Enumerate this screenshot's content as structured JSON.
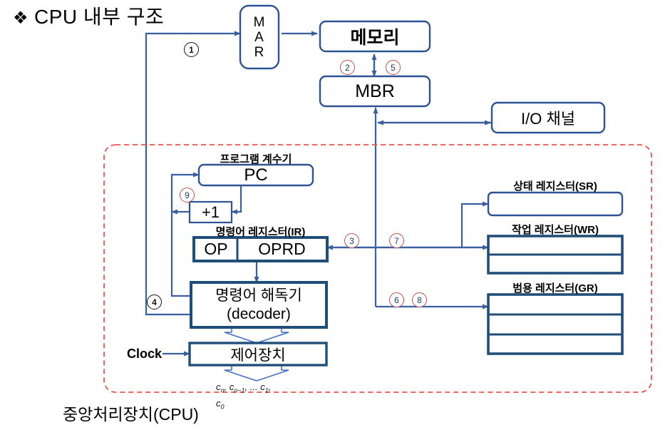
{
  "title": {
    "bullet": "❖",
    "text": "CPU 내부 구조"
  },
  "colors": {
    "line": "#3A5FA0",
    "box_border_thin": "#2E5395",
    "box_border_thick": "#1F4E79",
    "dashed_boundary": "#E8554E",
    "circle_number": "#C0504D",
    "text": "#000000"
  },
  "boxes": {
    "mar": {
      "label": "M\nA\nR",
      "lines": [
        "M",
        "A",
        "R"
      ]
    },
    "memory": {
      "label": "메모리"
    },
    "mbr": {
      "label": "MBR"
    },
    "io_channel": {
      "label": "I/O 채널"
    },
    "pc": {
      "caption": "프로그램 계수기",
      "label": "PC"
    },
    "plus_one": {
      "label": "+1"
    },
    "ir": {
      "caption": "명령어 레지스터(IR)",
      "op": "OP",
      "oprd": "OPRD"
    },
    "decoder": {
      "line1": "명령어 해독기",
      "line2": "(decoder)"
    },
    "control_unit": {
      "label": "제어장치"
    },
    "status_register": {
      "caption": "상태 레지스터(SR)",
      "rows": 1
    },
    "work_register": {
      "caption": "작업 레지스터(WR)",
      "rows": 2
    },
    "general_register": {
      "caption": "범용 레지스터(GR)",
      "rows": 3
    }
  },
  "labels": {
    "clock": "Clock",
    "cpu_boundary": "중앙처리장치(CPU)",
    "control_signals_line1": "c",
    "control_signals_full": "c_n, c_n-1, ... c_1, c_0"
  },
  "control_signals": {
    "part1": "c",
    "sub1": "n",
    "part2": ", c",
    "sub2": "n−1",
    "part3": ", ... c",
    "sub3": "1",
    "part4": ",",
    "part5": "c",
    "sub5": "0"
  },
  "step_numbers": [
    {
      "id": "1",
      "glyph": "①",
      "text": "1",
      "style": "dark"
    },
    {
      "id": "2",
      "glyph": "②",
      "text": "2",
      "style": "light"
    },
    {
      "id": "3",
      "glyph": "③",
      "text": "3",
      "style": "light"
    },
    {
      "id": "4",
      "glyph": "④",
      "text": "4",
      "style": "dark"
    },
    {
      "id": "5",
      "glyph": "⑤",
      "text": "5",
      "style": "light"
    },
    {
      "id": "6",
      "glyph": "⑥",
      "text": "6",
      "style": "light"
    },
    {
      "id": "7",
      "glyph": "⑦",
      "text": "7",
      "style": "light"
    },
    {
      "id": "8",
      "glyph": "⑧",
      "text": "8",
      "style": "light"
    },
    {
      "id": "9",
      "glyph": "⑨",
      "text": "9",
      "style": "light"
    }
  ]
}
